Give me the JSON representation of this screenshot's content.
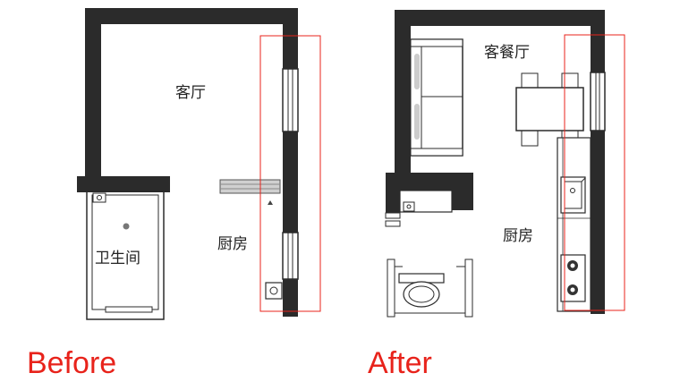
{
  "before": {
    "caption": "Before",
    "rooms": {
      "living": "客厅",
      "bathroom": "卫生间",
      "kitchen": "厨房"
    }
  },
  "after": {
    "caption": "After",
    "rooms": {
      "living_dining": "客餐厅",
      "kitchen": "厨房"
    }
  },
  "colors": {
    "wall": "#2b2b2b",
    "highlight": "#e8231b",
    "fixture": "#d7d7d7"
  }
}
